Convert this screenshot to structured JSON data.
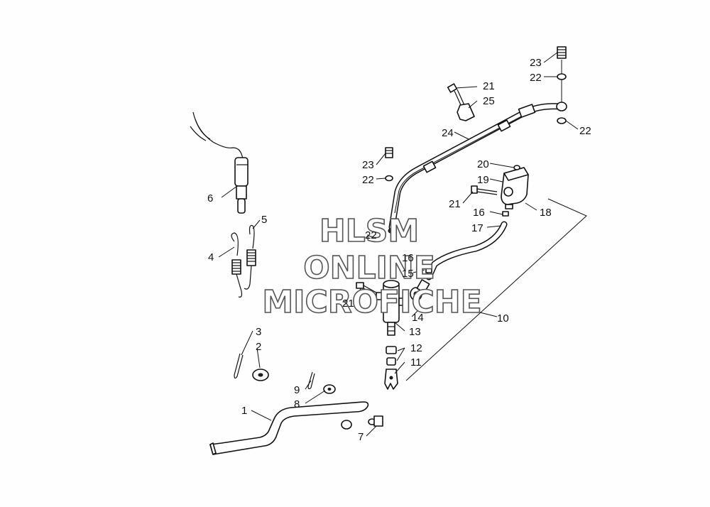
{
  "watermark": {
    "line1": "HLSM",
    "line2": "ONLINE",
    "line3": "MICROFICHE"
  },
  "callouts": {
    "c1": "1",
    "c2": "2",
    "c3": "3",
    "c4": "4",
    "c5": "5",
    "c6": "6",
    "c7": "7",
    "c8": "8",
    "c9": "9",
    "c10": "10",
    "c11": "11",
    "c12": "12",
    "c13": "13",
    "c14": "14",
    "c15": "15",
    "c16a": "16",
    "c16b": "16",
    "c17": "17",
    "c18": "18",
    "c19": "19",
    "c20": "20",
    "c21a": "21",
    "c21b": "21",
    "c21c": "21",
    "c22a": "22",
    "c22b": "22",
    "c22c": "22",
    "c22d": "22",
    "c23a": "23",
    "c23b": "23",
    "c24": "24",
    "c25": "25"
  }
}
